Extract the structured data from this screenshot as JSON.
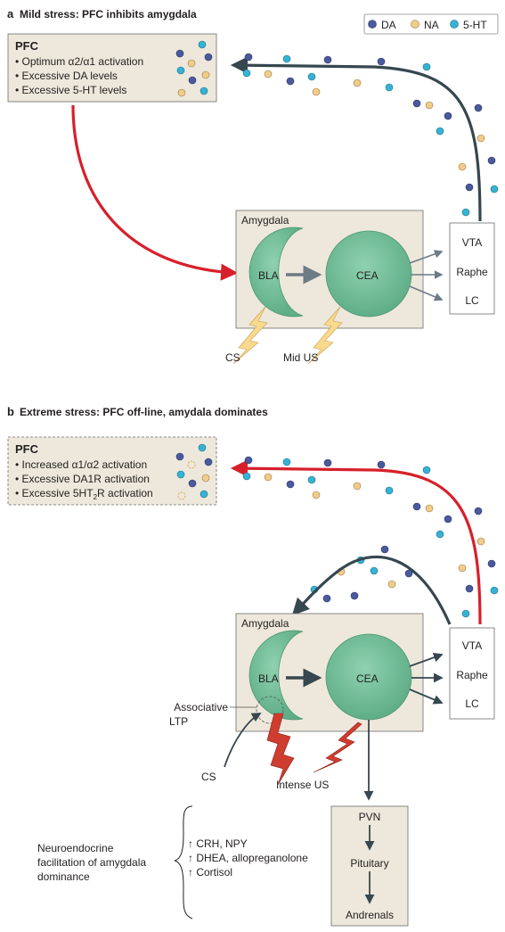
{
  "legend": {
    "items": [
      {
        "label": "DA",
        "color": "#4a5a9e"
      },
      {
        "label": "NA",
        "color": "#f1cb8a"
      },
      {
        "label": "5-HT",
        "color": "#36b3d4"
      }
    ]
  },
  "panel_a": {
    "letter": "a",
    "title": "Mild stress: PFC inhibits amygdala",
    "pfc": {
      "title": "PFC",
      "lines": [
        "• Optimum α2/α1 activation",
        "• Excessive DA levels",
        "• Excessive 5-HT levels"
      ]
    },
    "amygdala_label": "Amygdala",
    "bla": "BLA",
    "cea": "CEA",
    "nuclei": [
      "VTA",
      "Raphe",
      "LC"
    ],
    "cs": "CS",
    "us": "Mid US"
  },
  "panel_b": {
    "letter": "b",
    "title": "Extreme stress:  PFC off-line, amydala dominates",
    "pfc": {
      "title": "PFC",
      "lines": [
        "• Increased α1/α2 activation",
        "• Excessive DA1R activation"
      ],
      "line3_prefix": "• Excessive 5HT",
      "line3_sub": "2",
      "line3_suffix": "R activation"
    },
    "amygdala_label": "Amygdala",
    "bla": "BLA",
    "cea": "CEA",
    "nuclei": [
      "VTA",
      "Raphe",
      "LC"
    ],
    "ltp_lines": [
      "Associative",
      "LTP"
    ],
    "cs": "CS",
    "us": "Intense US",
    "neuro_label": [
      "Neuroendocrine",
      "facilitation of amygdala",
      "dominance"
    ],
    "neuro_items": [
      "↑ CRH, NPY",
      "↑ DHEA, allopreganolone",
      "↑ Cortisol"
    ],
    "hpa": [
      "PVN",
      "Pituitary",
      "Andrenals"
    ]
  },
  "colors": {
    "red": "#d7202b",
    "dark": "#36474f",
    "green": "#72bf9a",
    "box": "#ede8db",
    "bolt_a": "#f8d98e",
    "bolt_b": "#cf3d30"
  }
}
